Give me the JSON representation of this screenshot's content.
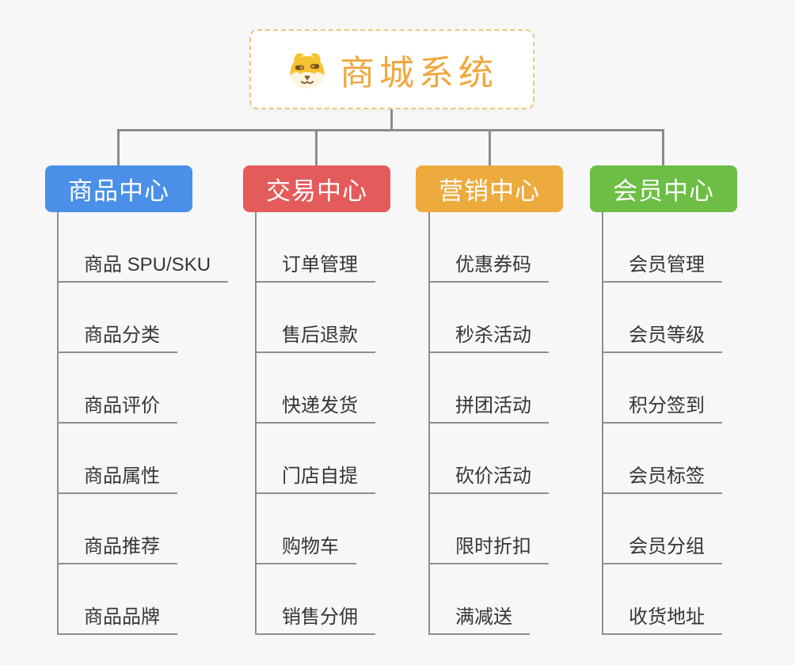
{
  "root": {
    "title": "商城系统",
    "icon": "dog-face-icon",
    "text_color": "#f0a83e",
    "border_color": "#f2c57c",
    "background": "#ffffff"
  },
  "connector_color": "#8c8c8c",
  "canvas_background": "#f7f7f7",
  "branches": [
    {
      "id": "product-center",
      "label": "商品中心",
      "color": "#4a8fe8",
      "items": [
        "商品 SPU/SKU",
        "商品分类",
        "商品评价",
        "商品属性",
        "商品推荐",
        "商品品牌"
      ]
    },
    {
      "id": "trade-center",
      "label": "交易中心",
      "color": "#e45b5c",
      "items": [
        "订单管理",
        "售后退款",
        "快递发货",
        "门店自提",
        "购物车",
        "销售分佣"
      ]
    },
    {
      "id": "marketing-center",
      "label": "营销中心",
      "color": "#edaa3d",
      "items": [
        "优惠券码",
        "秒杀活动",
        "拼团活动",
        "砍价活动",
        "限时折扣",
        "满减送"
      ]
    },
    {
      "id": "member-center",
      "label": "会员中心",
      "color": "#6cbe44",
      "items": [
        "会员管理",
        "会员等级",
        "积分签到",
        "会员标签",
        "会员分组",
        "收货地址"
      ]
    }
  ]
}
